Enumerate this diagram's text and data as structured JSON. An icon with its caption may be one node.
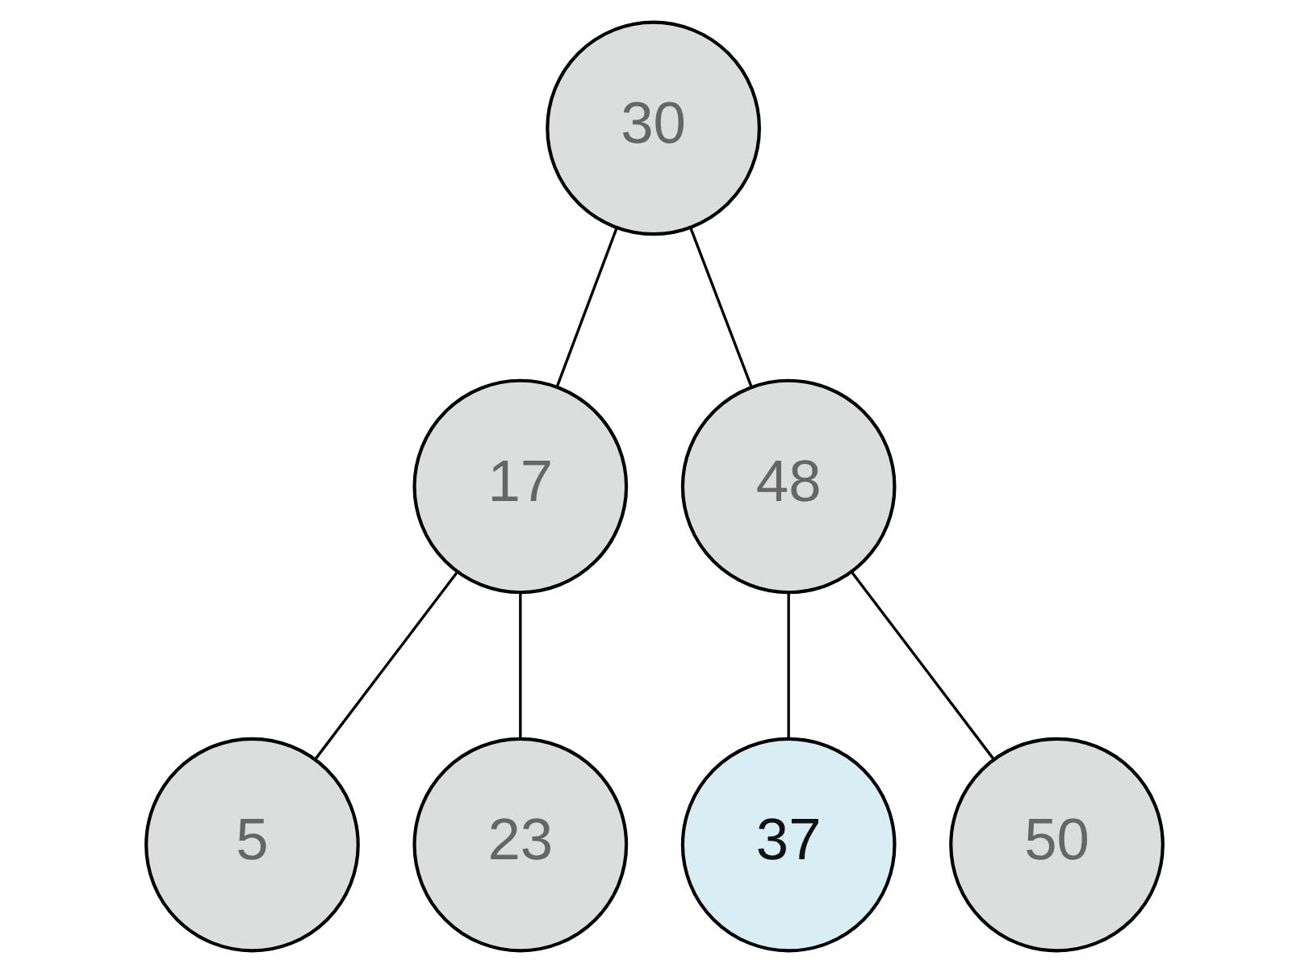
{
  "diagram": {
    "nodes": [
      {
        "text": [
          "30"
        ]
      },
      {
        "text": [
          "17"
        ]
      },
      {
        "text": [
          "48"
        ]
      },
      {
        "text": [
          "5"
        ]
      },
      {
        "text": [
          "23"
        ]
      },
      {
        "text": [
          "37"
        ]
      },
      {
        "text": [
          "50"
        ]
      }
    ],
    "edges": [
      {
        "from": 0,
        "to": 1,
        "arrow": "none"
      },
      {
        "from": 0,
        "to": 2,
        "arrow": "none"
      },
      {
        "from": 1,
        "to": 3,
        "arrow": "none"
      },
      {
        "from": 1,
        "to": 4,
        "arrow": "none"
      },
      {
        "from": 2,
        "to": 5,
        "arrow": "none"
      },
      {
        "from": 2,
        "to": 6,
        "arrow": "none"
      }
    ]
  }
}
